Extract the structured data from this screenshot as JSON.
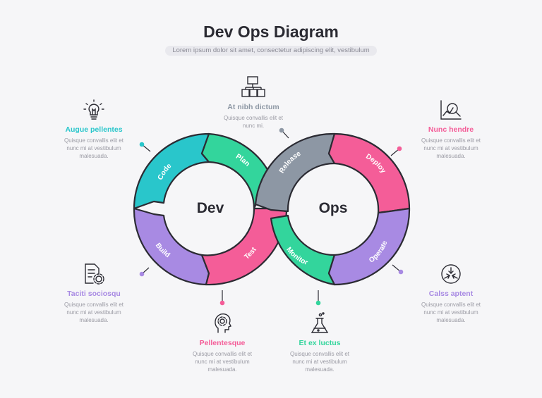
{
  "title": "Dev Ops Diagram",
  "subtitle": "Lorem ipsum dolor sit amet, consectetur adipiscing elit, vestibulum",
  "center_labels": {
    "left": "Dev",
    "right": "Ops"
  },
  "segments": [
    {
      "label": "Code",
      "color": "#29c6cb"
    },
    {
      "label": "Plan",
      "color": "#33d59c"
    },
    {
      "label": "Build",
      "color": "#a88ae3"
    },
    {
      "label": "Test",
      "color": "#f45d98"
    },
    {
      "label": "Release",
      "color": "#8d97a4"
    },
    {
      "label": "Deploy",
      "color": "#f45d98"
    },
    {
      "label": "Monitor",
      "color": "#33d59c"
    },
    {
      "label": "Operate",
      "color": "#a88ae3"
    }
  ],
  "blocks": {
    "top_left": {
      "title": "Augue pellentes",
      "color": "#29c6cb",
      "icon": "lightbulb-icon",
      "body": [
        "Quisque convallis elit et",
        "nunc mi at vestibulum",
        "malesuada."
      ]
    },
    "top_center": {
      "title": "At nibh dictum",
      "color": "#8d97a4",
      "icon": "boxes-icon",
      "body": [
        "Quisque convallis elit et",
        "nunc mi."
      ]
    },
    "top_right": {
      "title": "Nunc hendre",
      "color": "#f45d98",
      "icon": "chart-magnifier-icon",
      "body": [
        "Quisque convallis elit et",
        "nunc mi at vestibulum",
        "malesuada."
      ]
    },
    "bottom_left": {
      "title": "Taciti sociosqu",
      "color": "#a88ae3",
      "icon": "document-gear-icon",
      "body": [
        "Quisque convallis elit et",
        "nunc mi at vestibulum",
        "malesuada."
      ]
    },
    "bottom_cl": {
      "title": "Pellentesque",
      "color": "#f45d98",
      "icon": "head-gear-icon",
      "body": [
        "Quisque convallis elit et",
        "nunc mi at vestibulum",
        "malesuada."
      ]
    },
    "bottom_cr": {
      "title": "Et ex luctus",
      "color": "#33d59c",
      "icon": "flask-icon",
      "body": [
        "Quisque convallis elit et",
        "nunc mi at vestibulum",
        "malesuada."
      ]
    },
    "bottom_right": {
      "title": "Calss aptent",
      "color": "#a88ae3",
      "icon": "arrows-inward-icon",
      "body": [
        "Quisque convallis elit et",
        "nunc mi at vestibulum",
        "malesuada."
      ]
    }
  }
}
